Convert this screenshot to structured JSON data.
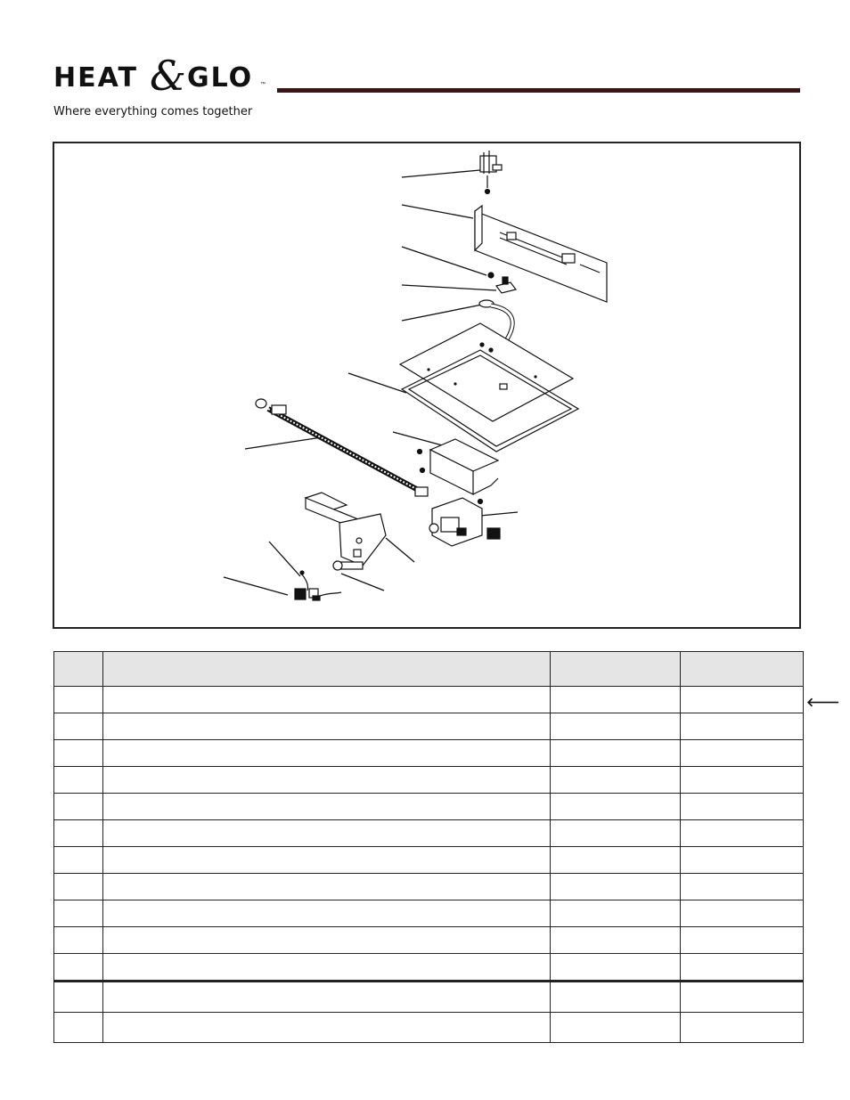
{
  "brand": {
    "name_left": "HEAT",
    "ampersand": "&",
    "name_right": "GLO",
    "trademark": "™",
    "tagline": "Where everything comes together",
    "accent_color": "#3a1518"
  },
  "diagram": {
    "icon": "exploded-parts-diagram"
  },
  "table": {
    "headers": [
      "",
      "",
      "",
      ""
    ],
    "rows": [
      [
        "",
        "",
        "",
        ""
      ],
      [
        "",
        "",
        "",
        ""
      ],
      [
        "",
        "",
        "",
        ""
      ],
      [
        "",
        "",
        "",
        ""
      ],
      [
        "",
        "",
        "",
        ""
      ],
      [
        "",
        "",
        "",
        ""
      ],
      [
        "",
        "",
        "",
        ""
      ],
      [
        "",
        "",
        "",
        ""
      ],
      [
        "",
        "",
        "",
        ""
      ],
      [
        "",
        "",
        "",
        ""
      ],
      [
        "",
        "",
        "",
        ""
      ],
      [
        "",
        "",
        "",
        ""
      ],
      [
        "",
        "",
        "",
        ""
      ]
    ]
  },
  "markers": {
    "arrow_icon": "left-arrow-icon",
    "arrow_glyph": "🡐"
  }
}
